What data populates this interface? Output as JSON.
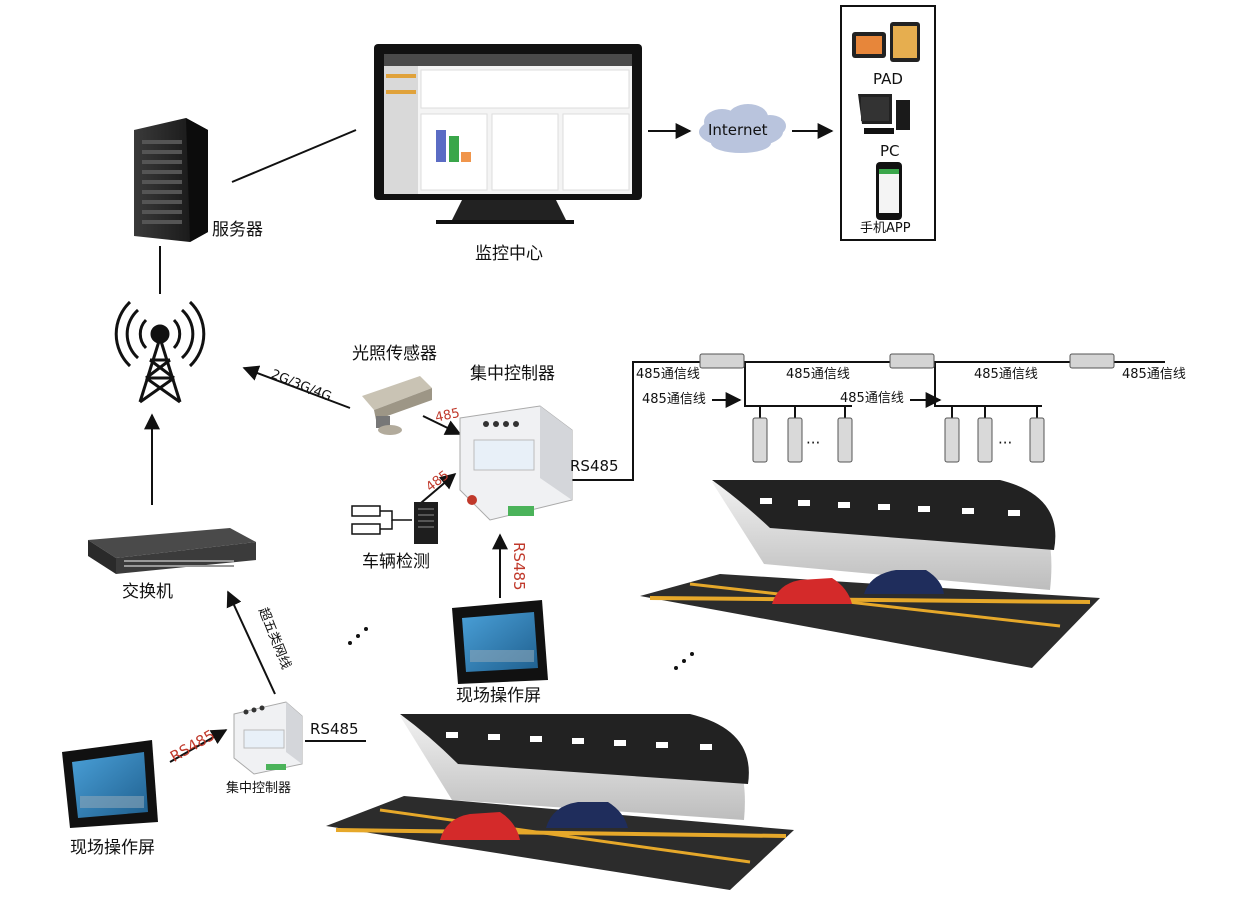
{
  "labels": {
    "server": "服务器",
    "monitor_center": "监控中心",
    "internet": "Internet",
    "pad": "PAD",
    "pc": "PC",
    "mobile_app": "手机APP",
    "light_sensor": "光照传感器",
    "central_controller_main": "集中控制器",
    "central_controller_small": "集中控制器",
    "vehicle_detection": "车辆检测",
    "switch": "交换机",
    "site_screen_center": "现场操作屏",
    "site_screen_left": "现场操作屏",
    "wireless": "2G/3G/4G",
    "cat5_cable": "超五类网线",
    "rs485_top": "RS485",
    "rs485_vertical": "RS485",
    "rs485_left_red": "RS485",
    "rs485_bottom": "RS485",
    "p485_sensor": "485",
    "p485_vehicle": "485",
    "bus_1": "485通信线",
    "bus_2": "485通信线",
    "bus_3": "485通信线",
    "bus_4": "485通信线",
    "branch_1": "485通信线",
    "branch_2": "485通信线",
    "ellipsis_1": "···",
    "ellipsis_2": "···"
  },
  "colors": {
    "line": "#111111",
    "protocol_red": "#c0392b",
    "cloud": "#b9c4dd",
    "road": "#2c2c2c",
    "road_stripe": "#e6a82a",
    "tunnel_arc": "#222222",
    "tunnel_wall": "#d8d8d8",
    "car_red": "#d42a2a",
    "car_blue": "#1f2d5c"
  }
}
